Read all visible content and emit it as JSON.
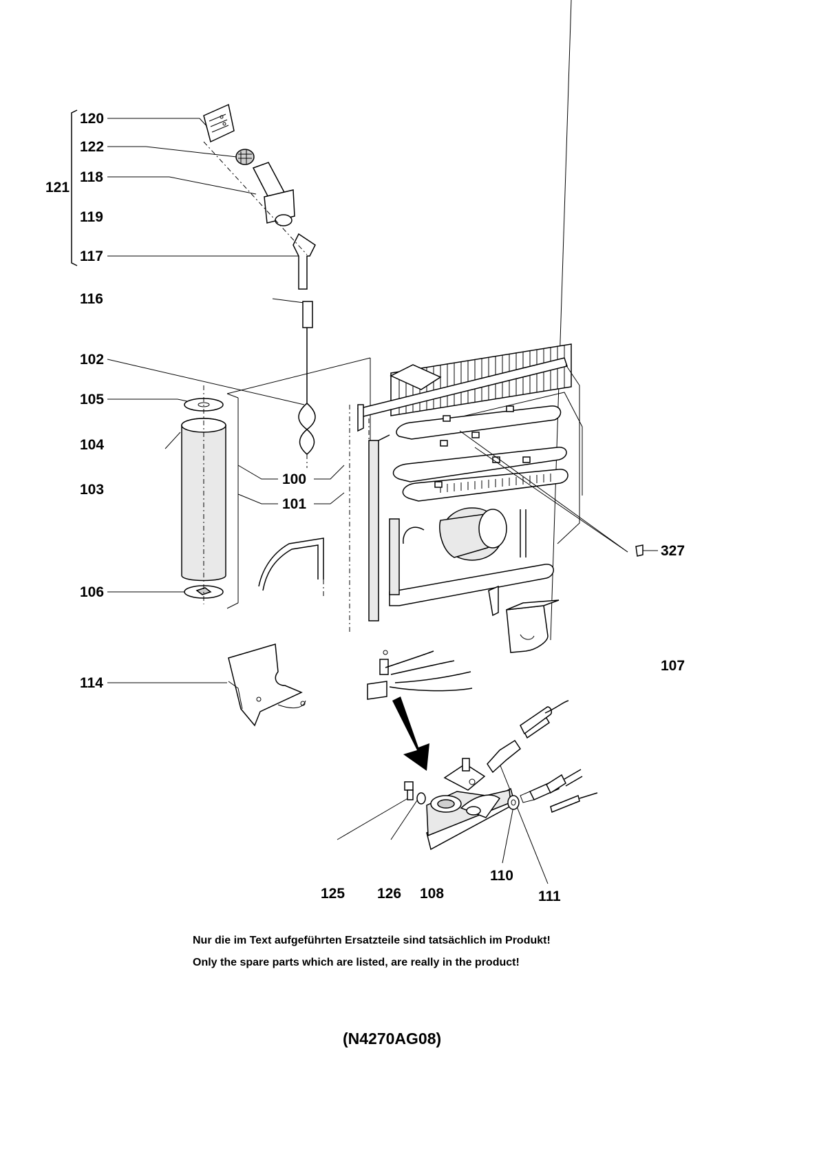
{
  "labels": {
    "p120": "120",
    "p122": "122",
    "p121": "121",
    "p118": "118",
    "p119": "119",
    "p117": "117",
    "p116": "116",
    "p102": "102",
    "p105": "105",
    "p104": "104",
    "p103": "103",
    "p100": "100",
    "p101": "101",
    "p106": "106",
    "p327": "327",
    "p107": "107",
    "p114": "114",
    "p125": "125",
    "p126": "126",
    "p108": "108",
    "p110": "110",
    "p111": "111"
  },
  "notes": {
    "german": "Nur die im Text aufgeführten Ersatzteile sind tatsächlich im Produkt!",
    "english": "Only the spare parts which are listed, are really in the product!"
  },
  "drawing_code": "(N4270AG08)"
}
